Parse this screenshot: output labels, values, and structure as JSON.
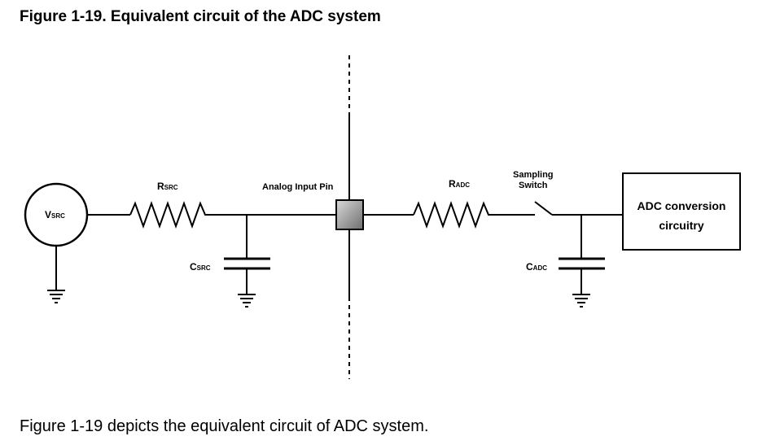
{
  "figure": {
    "title": "Figure 1-19.  Equivalent circuit of the ADC system",
    "caption": "Figure 1-19 depicts the equivalent circuit of ADC system."
  },
  "labels": {
    "vsrc_main": "V",
    "vsrc_sub": "SRC",
    "rsrc_main": "R",
    "rsrc_sub": "SRC",
    "csrc_main": "C",
    "csrc_sub": "SRC",
    "analog_pin": "Analog Input Pin",
    "radc_main": "R",
    "radc_sub": "ADC",
    "cadc_main": "C",
    "cadc_sub": "ADC",
    "switch_line1": "Sampling",
    "switch_line2": "Switch",
    "adc_box_line1": "ADC conversion",
    "adc_box_line2": "circuitry"
  },
  "colors": {
    "line": "#000000",
    "pin_fill_light": "#d9d9d9",
    "pin_fill_dark": "#6e6e6e"
  }
}
